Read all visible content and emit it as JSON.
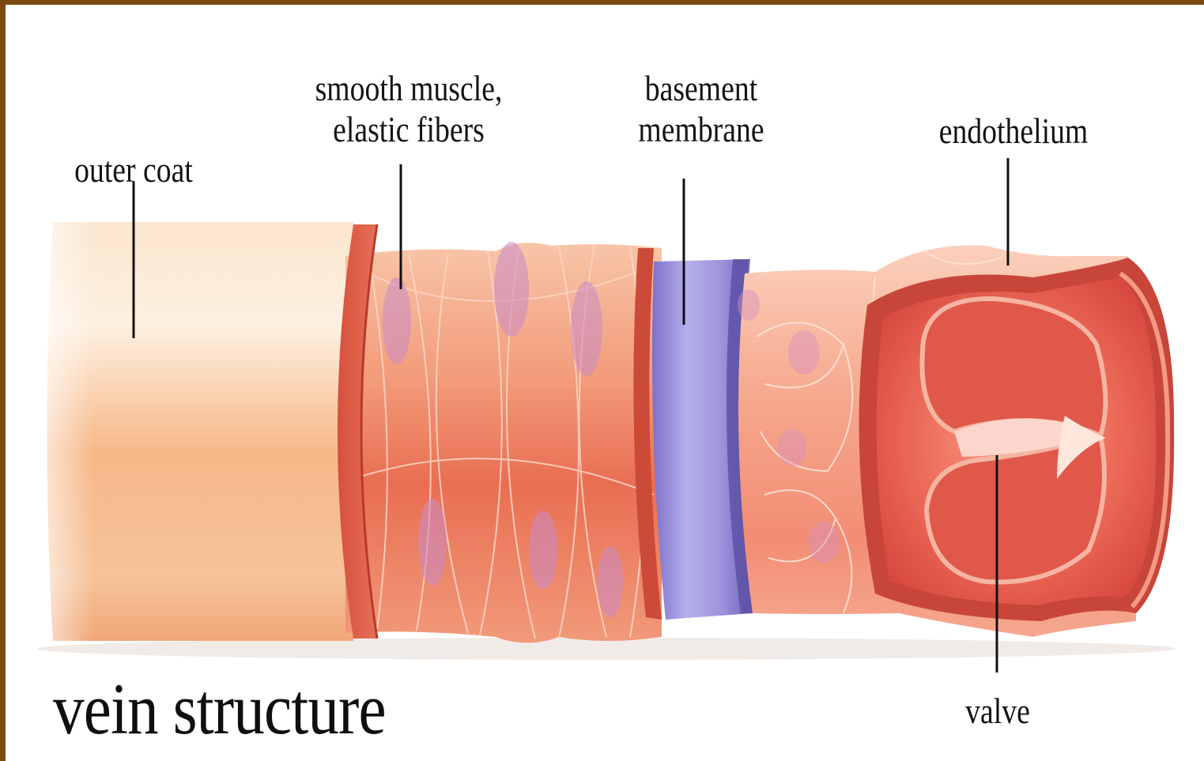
{
  "title": "vein structure",
  "labels": {
    "outer_coat": "outer coat",
    "smooth_muscle_line1": "smooth muscle,",
    "smooth_muscle_line2": "elastic fibers",
    "basement_line1": "basement",
    "basement_line2": "membrane",
    "endothelium": "endothelium",
    "valve": "valve"
  },
  "colors": {
    "frame": "#7a4a10",
    "outer_coat": "#f4b07e",
    "smooth_muscle": "#e8765c",
    "basement_membrane": "#a8a0e0",
    "endothelium": "#f08a72",
    "lumen": "#e0544a"
  }
}
